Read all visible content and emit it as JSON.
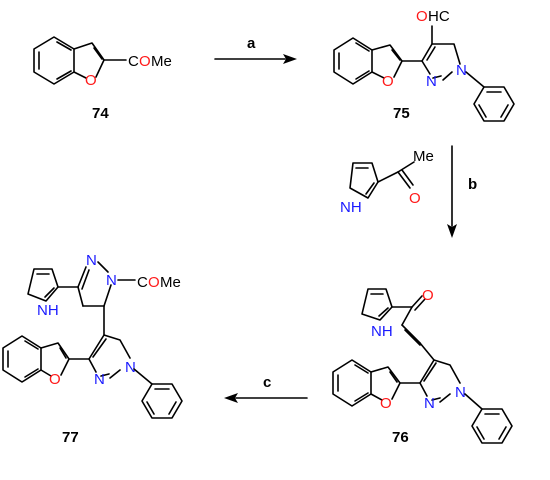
{
  "compounds": {
    "c74": {
      "number": "74",
      "substituent_C": "C",
      "substituent_O": "O",
      "substituent_Me": "Me",
      "ring_O": "O"
    },
    "c75": {
      "number": "75",
      "aldehyde_O": "O",
      "aldehyde_HC": "HC",
      "ring_O": "O",
      "N1": "N",
      "N2": "N"
    },
    "reagent_b": {
      "NH": "NH",
      "O": "O",
      "Me": "Me"
    },
    "c76": {
      "number": "76",
      "ring_O": "O",
      "NH": "NH",
      "ketone_O": "O",
      "N1": "N",
      "N2": "N"
    },
    "c77": {
      "number": "77",
      "ring_O": "O",
      "NH": "NH",
      "Npz1": "N",
      "Npz2": "N",
      "acyl_C": "C",
      "acyl_O": "O",
      "acyl_Me": "Me",
      "N1": "N",
      "N2": "N"
    }
  },
  "steps": {
    "a": "a",
    "b": "b",
    "c": "c"
  },
  "colors": {
    "nitrogen": "#1a1aff",
    "oxygen": "#ff1a1a",
    "bond": "#000000"
  }
}
